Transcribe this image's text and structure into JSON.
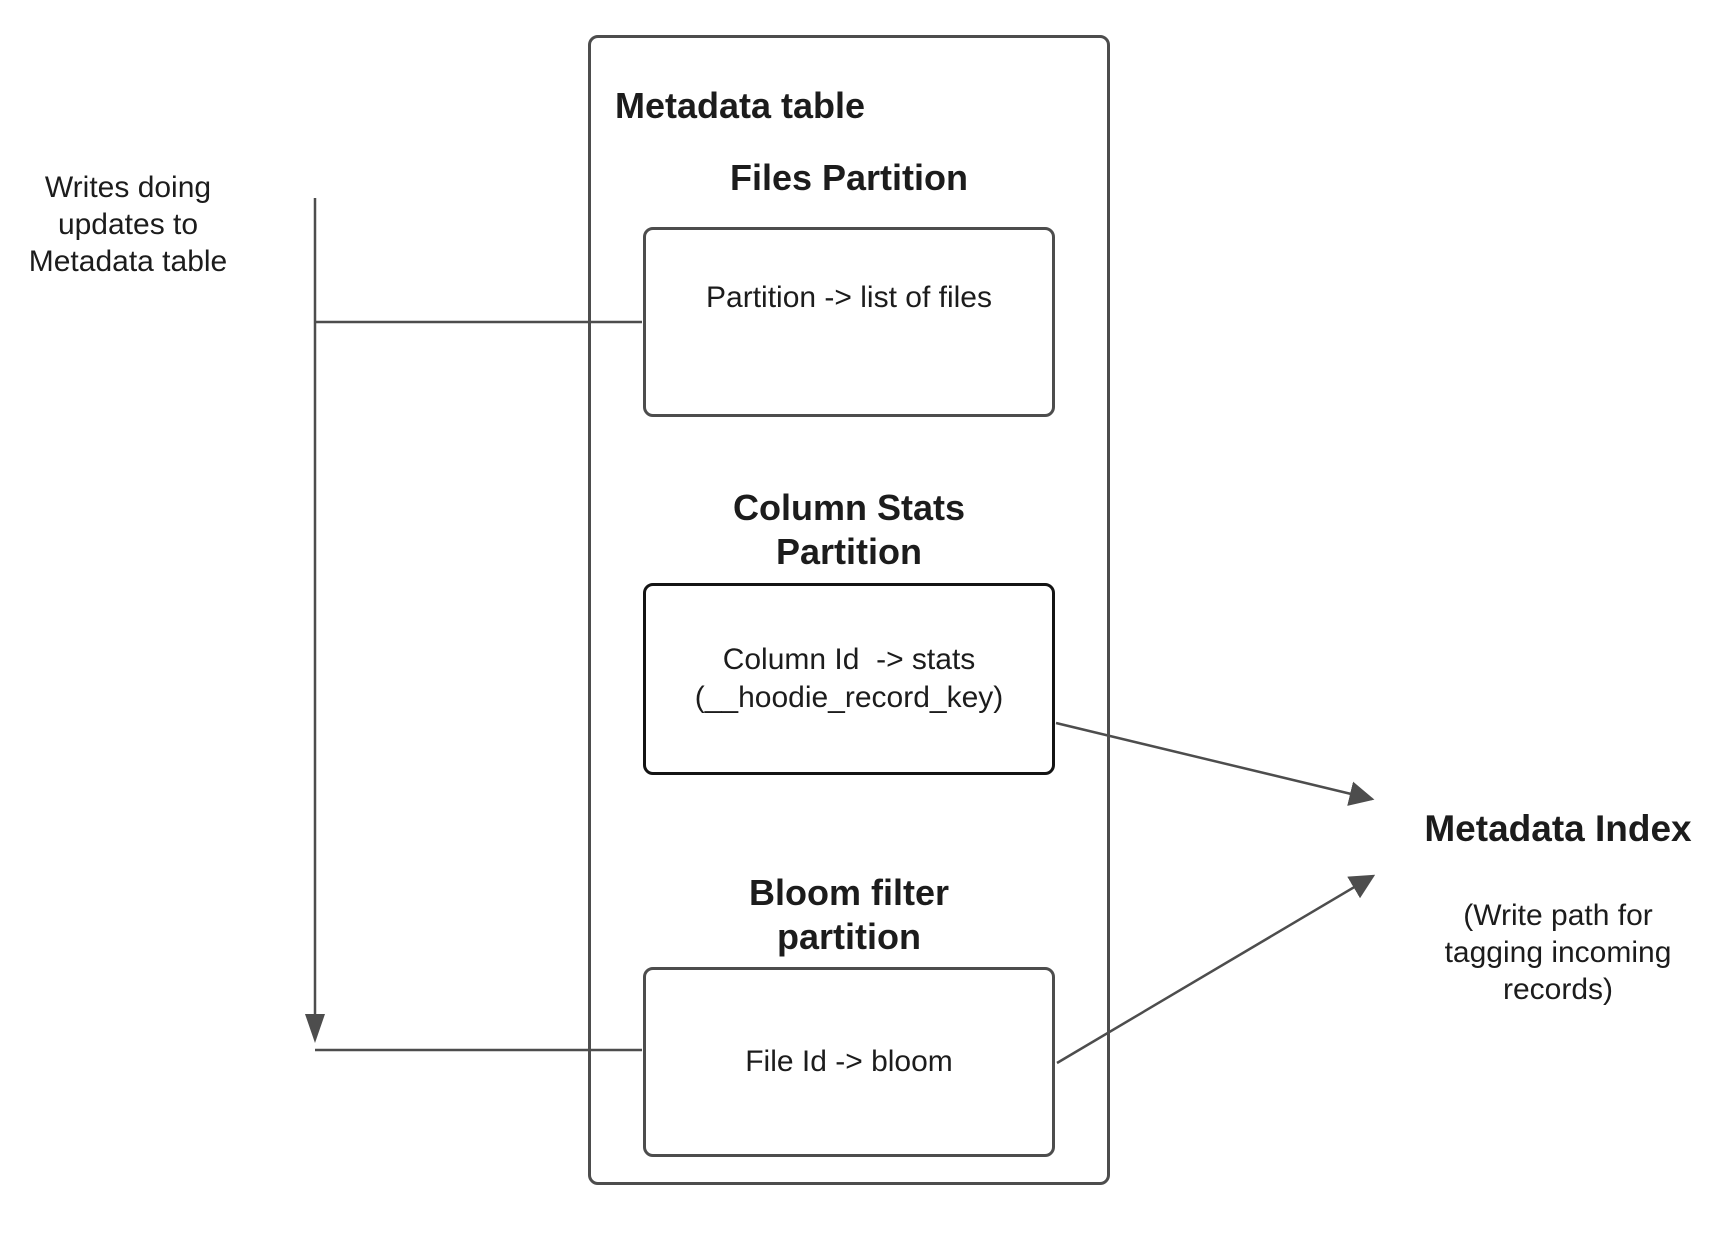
{
  "colors": {
    "background": "#ffffff",
    "line": "#4d4d4d",
    "text": "#1c1c1c",
    "box_border": "#4d4d4d",
    "emphasis_border": "#141414"
  },
  "left_note": "Writes doing\nupdates to\nMetadata table",
  "metadata_table": {
    "title": "Metadata table",
    "partitions": [
      {
        "heading": "Files Partition",
        "content": "Partition -> list of files",
        "emphasized": false
      },
      {
        "heading": "Column Stats\nPartition",
        "content": "Column Id  -> stats\n(__hoodie_record_key)",
        "emphasized": true
      },
      {
        "heading": "Bloom filter\npartition",
        "content": "File Id -> bloom",
        "emphasized": false
      }
    ]
  },
  "metadata_index": {
    "title": "Metadata Index",
    "subtitle": "(Write path for\ntagging incoming\nrecords)"
  }
}
